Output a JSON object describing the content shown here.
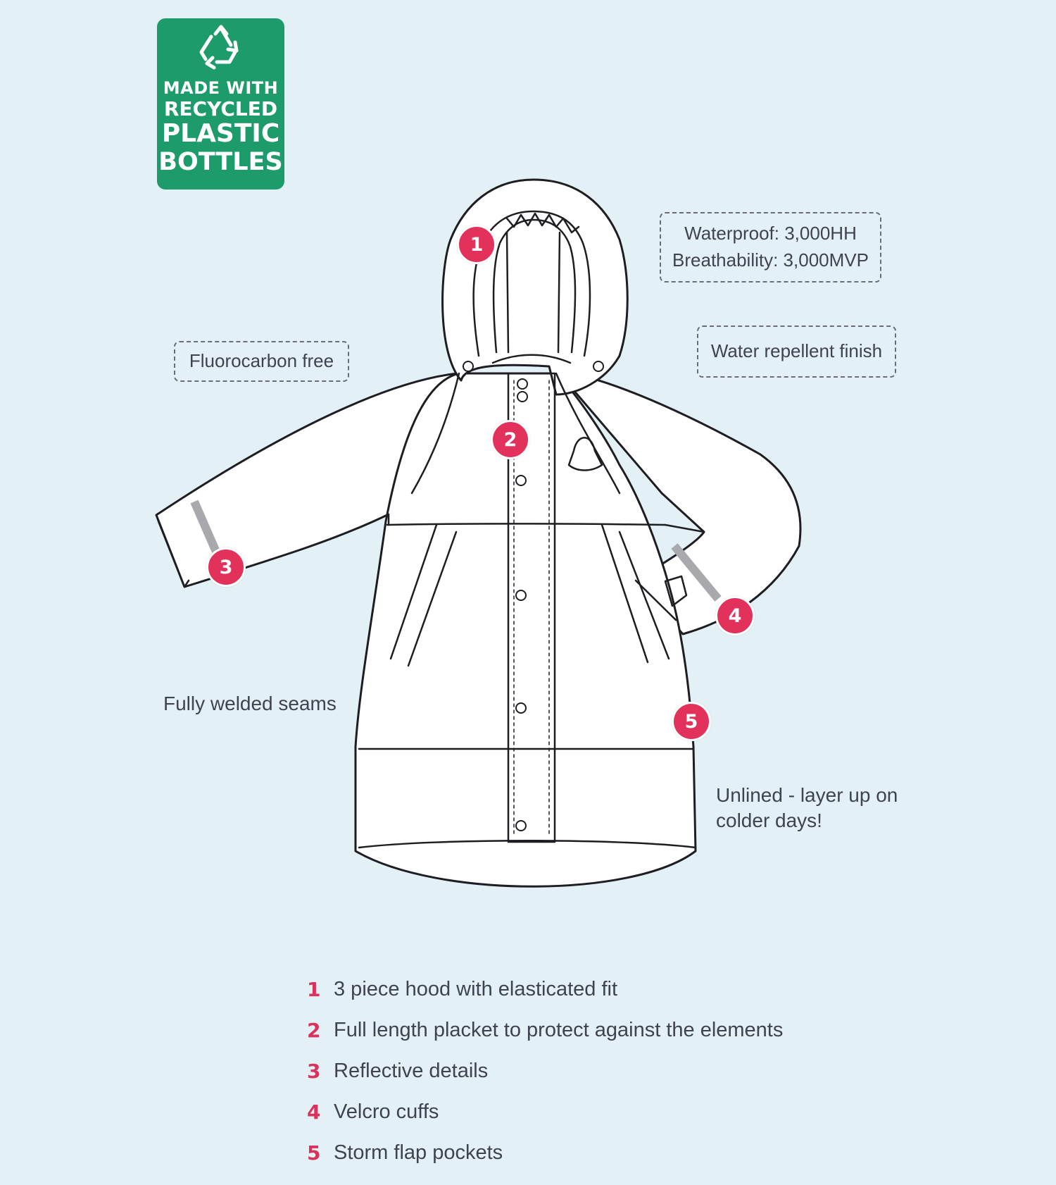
{
  "badge": {
    "icon": "recycle-icon",
    "lines": [
      "MADE WITH",
      "RECYCLED",
      "PLASTIC",
      "BOTTLES"
    ],
    "color": "#1e9b6b"
  },
  "callouts": {
    "waterproof": "Waterproof: 3,000HH",
    "breathability": "Breathability: 3,000MVP",
    "water_repellent": "Water repellent finish",
    "fluorocarbon": "Fluorocarbon free"
  },
  "notes": {
    "seams": "Fully welded seams",
    "unlined_line1": "Unlined - layer up on",
    "unlined_line2": "colder days!"
  },
  "markers": [
    "1",
    "2",
    "3",
    "4",
    "5"
  ],
  "legend": [
    {
      "num": "1",
      "text": "3 piece hood with elasticated fit"
    },
    {
      "num": "2",
      "text": "Full length placket to protect against the elements"
    },
    {
      "num": "3",
      "text": "Reflective details"
    },
    {
      "num": "4",
      "text": "Velcro cuffs"
    },
    {
      "num": "5",
      "text": "Storm flap pockets"
    }
  ],
  "colors": {
    "background": "#e3f1f6",
    "marker": "#e2325c",
    "legend_number": "#d9325c",
    "text": "#3f4250",
    "reflective": "#a9a9ad"
  }
}
